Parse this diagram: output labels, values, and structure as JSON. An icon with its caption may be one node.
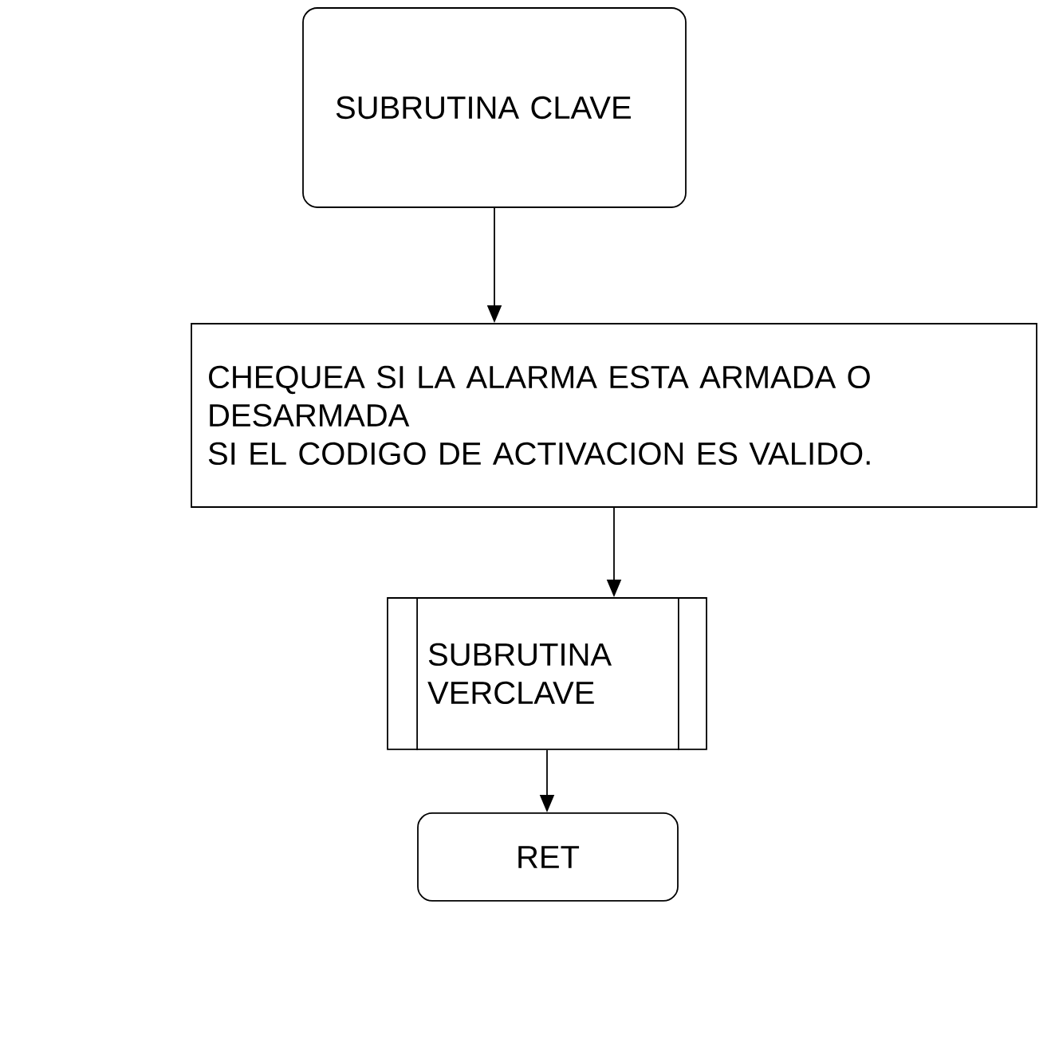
{
  "diagram": {
    "nodes": [
      {
        "text": [
          "SUBRUTINA CLAVE"
        ]
      },
      {
        "text": [
          "CHEQUEA SI LA ALARMA ESTA ARMADA O DESARMADA",
          "SI EL CODIGO DE ACTIVACION ES VALIDO."
        ]
      },
      {
        "text": [
          "SUBRUTINA VERCLAVE"
        ]
      },
      {
        "text": [
          "RET"
        ]
      }
    ],
    "edges": [
      {
        "from": 0,
        "to": 1,
        "arrow": "to"
      },
      {
        "from": 1,
        "to": 2,
        "arrow": "to"
      },
      {
        "from": 2,
        "to": 3,
        "arrow": "to"
      }
    ]
  }
}
